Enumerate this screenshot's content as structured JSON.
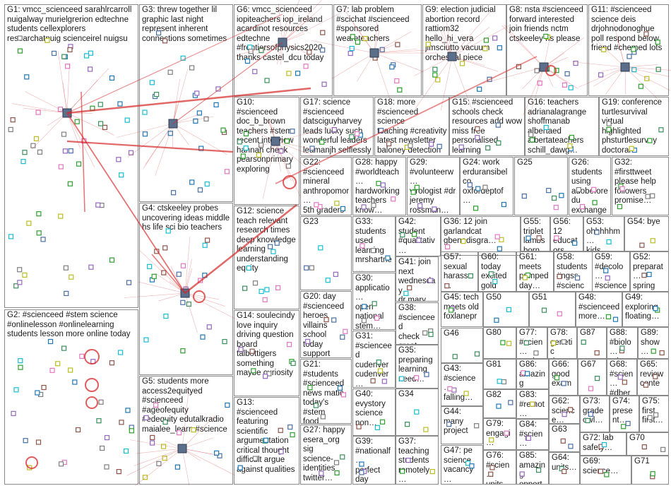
{
  "graph": {
    "edge_color": "#d62728",
    "groups": [
      {
        "id": "G1",
        "label": "G1: vmcc_scienceed sarahlrcarroll\nnuigalway murielgrerion edtechne\nstudents cellexplorers\nresearchatnuig scienceirel nuigsu"
      },
      {
        "id": "G2",
        "label": "G2: #scienceed #stem science\n#onlinelesson #onlinelearning\nstudents lesson more online today"
      },
      {
        "id": "G3",
        "label": "G3: threw together lil\ngraphic last night\nrepresent inherent\nconnections sometimes"
      },
      {
        "id": "G4",
        "label": "G4: ctskeeley probes\nuncovering ideas middle\nhs life sci bio teachers"
      },
      {
        "id": "G5",
        "label": "G5: students more\naccess2equityed\n#scienceed #ageofequity\n#edequity edutalkradio\nmaialee_learn #science"
      },
      {
        "id": "G6",
        "label": "G6: vmcc_scienceed\niopiteachers iop_ireland\nacardinot resources\nedtechne\n#frontiersofphysics2020\nthanks castel_dcu today"
      },
      {
        "id": "G7",
        "label": "G7: lab problem\n#scichat #scienceed\n#sponsored\nweareteachers"
      },
      {
        "id": "G8",
        "label": "G8: nsta #scienceed\nforward interested\njoin friends nctm\nctskeeley hs please"
      },
      {
        "id": "G9",
        "label": "G9: election judicial\nabortion record\nrattiom32\nhello_hi_vera\njimsciutto vacuum\norchestral piece"
      },
      {
        "id": "G10",
        "label": "G10: #scienceed\ndoc_b_brown\nteachers #stem\nrecent interview\nhannah cheek\npearsonprimary\nexploring"
      },
      {
        "id": "G11",
        "label": "G11: #scienceed\nscience deis\ndrjohnodonoghue\npoll respond below\nfriend #chemed lots"
      },
      {
        "id": "G12",
        "label": "G12: science\nteach relevant\nresearch times\ndeep knowledge\nlearning\nunderstanding\nequity"
      },
      {
        "id": "G13",
        "label": "G13: #scienceed\nfeaturing\nscientific\nargumentation\ncritical thought\ndifficult argue\nagainst qualities"
      },
      {
        "id": "G14",
        "label": "G14: soulecindy\nlove inquiry\ndriving question\nboard\ntalbottigers\nsomething\nmaybe curiosity"
      },
      {
        "id": "G15",
        "label": "G15: #scienceed\nschools check\nresources add wow\nmiss free\npersonalised\nlearning"
      },
      {
        "id": "G16",
        "label": "G16: teachers\nadrianalagrange\nshoffmanab\nalbertaed\nalbertateachers\nschill_dawg…"
      },
      {
        "id": "G17",
        "label": "G17: science\n#scienceed\ndatsciguyharvey\nleads lucky such\nwonderful leaders\nleamanjh selflessly"
      },
      {
        "id": "G18",
        "label": "G18: more\n#scienceed science\nteaching #creativity\nlatest newsletter\nbaloney detection\nkit"
      },
      {
        "id": "G19",
        "label": "G19: conference\nturtlesurvival\nvirtual\nhighlighted\nphsturtlesurvey\ndoctoral student…"
      },
      {
        "id": "G20",
        "label": "G20: day\n#scienceed\nheroes\nvillains school\ntoday support\nkidscannz…"
      },
      {
        "id": "G21",
        "label": "G21:\n#students\n#scienceed\nnews matic\ntoday's #stem\nfood waste…"
      },
      {
        "id": "G22",
        "label": "G22:\n#scienceed\nmineral\nanthropomor…\n5th graders\nvery…"
      },
      {
        "id": "G23",
        "label": "G23"
      },
      {
        "id": "G24",
        "label": "G24: work\nerduransibel\nco\noxfordeptof…"
      },
      {
        "id": "G25",
        "label": "G25"
      },
      {
        "id": "G26",
        "label": "G26: students\nusing\nadobeforedu\nexchange\nworking cell…"
      },
      {
        "id": "G27",
        "label": "G27: happy\nesera_org sig\nscience-\nidentities\ntwitter…"
      },
      {
        "id": "G28",
        "label": "G28: happy\n#worldteach…\nhardworking\nteachers\nknow…"
      },
      {
        "id": "G29",
        "label": "G29:\n#volunteerw…\nvirologist #dr\njeremy\nrossman…"
      },
      {
        "id": "G30",
        "label": "G30:\napplicatio…\nopen\nnational\nstem…"
      },
      {
        "id": "G31",
        "label": "G31:\n#scienceed\ncudenver\ncudenver…\n#stem\n#stemedu…"
      },
      {
        "id": "G32",
        "label": "G32:\n#firsttweet\nplease help\nfollowers\npromise…"
      },
      {
        "id": "G33",
        "label": "G33:\nstudents\nused\nlearning\nmrshartne…\nbit…"
      },
      {
        "id": "G34",
        "label": "G34"
      },
      {
        "id": "G35",
        "label": "G35:\npreparing\nlearning\nneed…"
      },
      {
        "id": "G36",
        "label": "G36: 12 join\ngarlandcat\ngbenedisgra…"
      },
      {
        "id": "G37",
        "label": "G37:\nteaching\nstudents\nremotely…"
      },
      {
        "id": "G38",
        "label": "G38:\n#scienceed\ncheck great\nwork…"
      },
      {
        "id": "G39",
        "label": "G39:\n#nationalf…\nperfect day\ndream big…"
      },
      {
        "id": "G40",
        "label": "G40:\nevystory\nscience\nnon…"
      },
      {
        "id": "G41",
        "label": "G41: join\nnext\nwednesday\ndr mary…"
      },
      {
        "id": "G42",
        "label": "G42:\nstudent\n#qualitativ…\n#science…"
      },
      {
        "id": "G43",
        "label": "G43:\n#science…\nfalling…"
      },
      {
        "id": "G44",
        "label": "G44:\nmany\nproject"
      },
      {
        "id": "G45",
        "label": "G45: tech\nmeets old\nfoxlanepr…"
      },
      {
        "id": "G46",
        "label": "G46"
      },
      {
        "id": "G47",
        "label": "G47: pe\nscience\nvacancy…"
      },
      {
        "id": "G48",
        "label": "G48:\n#scienceed\nmore…"
      },
      {
        "id": "G49",
        "label": "G49:\nexploring\nfloating…"
      },
      {
        "id": "G50",
        "label": "G50"
      },
      {
        "id": "G51",
        "label": "G51"
      },
      {
        "id": "G52",
        "label": "G52:\npreparat…\nspring\n2021…"
      },
      {
        "id": "G53",
        "label": "G53:\nohhhhhm…\nkids…"
      },
      {
        "id": "G54",
        "label": "G54: bye"
      },
      {
        "id": "G55",
        "label": "G55: triplet\nlambs born\nlast day…"
      },
      {
        "id": "G56",
        "label": "G56: 12\neducators\nlistening…"
      },
      {
        "id": "G57",
        "label": "G57:\nsexual\nharass…\n#…"
      },
      {
        "id": "G58",
        "label": "G58:\nstudents\n#ngss\n#scienc…"
      },
      {
        "id": "G59",
        "label": "G59:\n#decolo…\n#science\n#publici…"
      },
      {
        "id": "G60",
        "label": "G60:\ntoday\nexcited\ngold yr9…"
      },
      {
        "id": "G61",
        "label": "G61:\nmeets\npumped\nday…"
      },
      {
        "id": "G62",
        "label": "G62:\nscience…"
      },
      {
        "id": "G63",
        "label": "G63"
      },
      {
        "id": "G64",
        "label": "G64:\nunits…"
      },
      {
        "id": "G65",
        "label": "G65:\nreview\nconte…"
      },
      {
        "id": "G66",
        "label": "G66:\ngood\nexam…"
      },
      {
        "id": "G67",
        "label": "G67"
      },
      {
        "id": "G68",
        "label": "G68:\n#scien…\n#dber…"
      },
      {
        "id": "G69",
        "label": "G69:\nscience…"
      },
      {
        "id": "G70",
        "label": "G70"
      },
      {
        "id": "G71",
        "label": "G71"
      },
      {
        "id": "G72",
        "label": "G72: lab\nsafety…"
      },
      {
        "id": "G73",
        "label": "G73:\ngrade\nowl…"
      },
      {
        "id": "G74",
        "label": "G74:\npresent…"
      },
      {
        "id": "G75",
        "label": "G75:\nfirst\nfirst…"
      },
      {
        "id": "G76",
        "label": "G76:\n#scien…\nunits…"
      },
      {
        "id": "G77",
        "label": "G77:\n#scien…\nstude…"
      },
      {
        "id": "G78",
        "label": "G78:\ngenetic\ndna…"
      },
      {
        "id": "G79",
        "label": "G79:\nengagi…\ncurrent…"
      },
      {
        "id": "G80",
        "label": "G80"
      },
      {
        "id": "G81",
        "label": "G81"
      },
      {
        "id": "G82",
        "label": "G82"
      },
      {
        "id": "G83",
        "label": "G83:\n#remot…\n#schoo…"
      },
      {
        "id": "G84",
        "label": "G84:\n#scien…"
      },
      {
        "id": "G85",
        "label": "G85:\namazing\nopport…"
      },
      {
        "id": "G86",
        "label": "G86:\namazing\nthread…"
      },
      {
        "id": "G87",
        "label": "G87"
      },
      {
        "id": "G88",
        "label": "G88:\n#biolo…\nadvan…"
      },
      {
        "id": "G89",
        "label": "G89:\nshow…\n#…"
      }
    ]
  }
}
